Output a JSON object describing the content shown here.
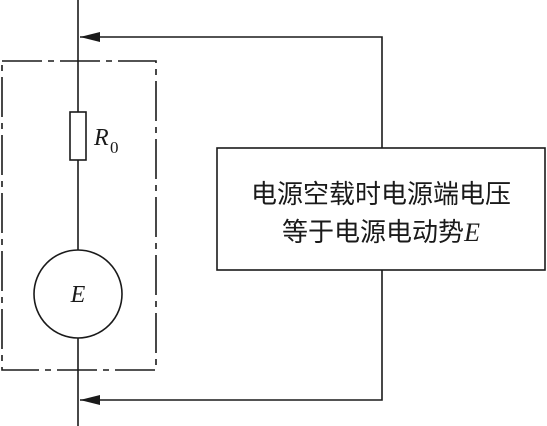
{
  "components": {
    "resistor": {
      "symbol": "R",
      "subscript": "0"
    },
    "source": {
      "symbol": "E"
    }
  },
  "annotation": {
    "line1": "电源空载时电源端电压",
    "line2_text": "等于电源电动势",
    "line2_symbol": "E"
  }
}
